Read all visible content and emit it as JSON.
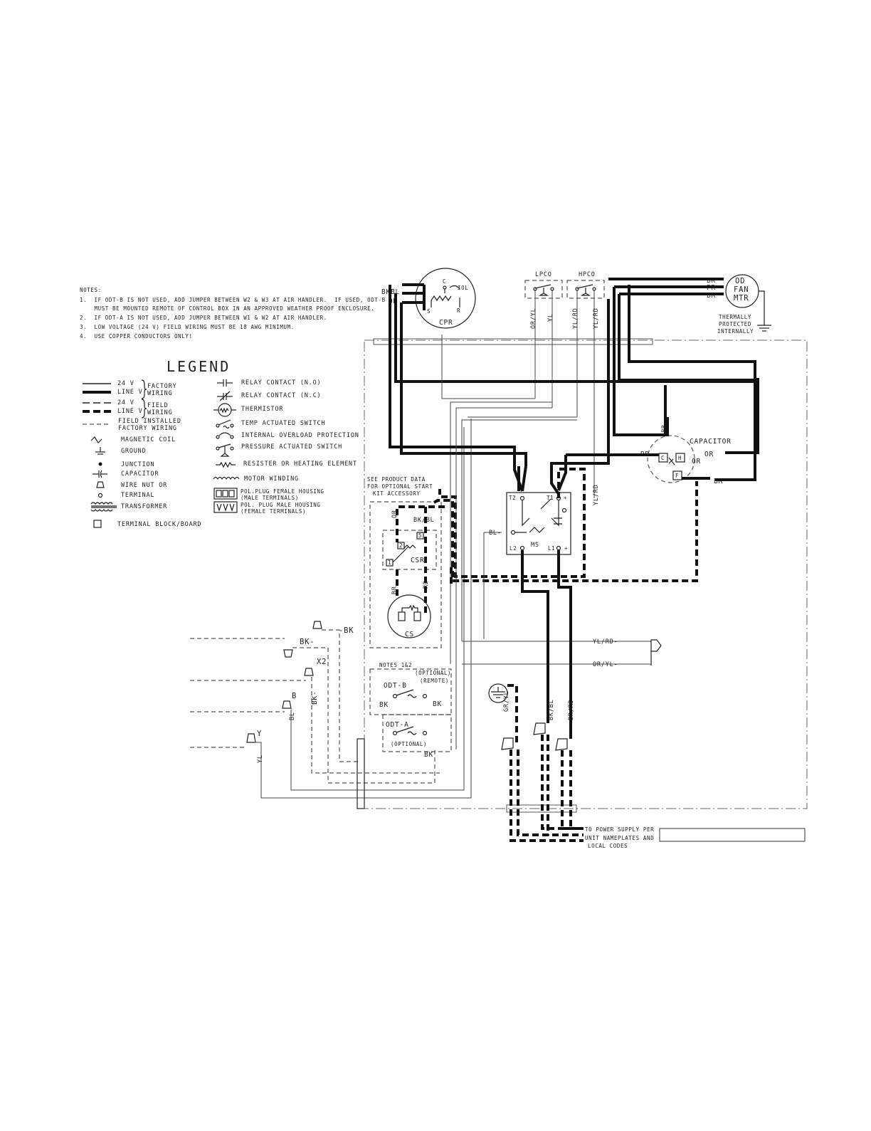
{
  "notes": {
    "heading": "NOTES:",
    "lines": [
      "1.  IF ODT-B IS NOT USED, ADD JUMPER BETWEEN W2 & W3 AT AIR HANDLER.  IF USED, ODT-B",
      "    MUST BE MOUNTED REMOTE OF CONTROL BOX IN AN APPROVED WEATHER PROOF ENCLOSURE.",
      "2.  IF ODT-A IS NOT USED, ADD JUMPER BETWEEN W1 & W2 AT AIR HANDLER.",
      "3.  LOW VOLTAGE (24 V) FIELD WIRING MUST BE 18 AWG MINIMUM.",
      "4.  USE COPPER CONDUCTORS ONLY!"
    ]
  },
  "legend": {
    "title": "LEGEND",
    "v24": "24 V",
    "linev": "LINE V",
    "factory1": "FACTORY",
    "factory2": "WIRING",
    "field1": "FIELD",
    "field2": "WIRING",
    "field_installed1": "FIELD INSTALLED",
    "field_installed2": "FACTORY WIRING",
    "magnetic_coil": "MAGNETIC COIL",
    "ground": "GROUND",
    "junction": "JUNCTION",
    "capacitor": "CAPACITOR",
    "wire_nut1": "WIRE NUT OR",
    "wire_nut2": "TERMINAL",
    "transformer": "TRANSFORMER",
    "terminal_block": "TERMINAL BLOCK/BOARD",
    "relay_no": "RELAY CONTACT (N.O)",
    "relay_nc": "RELAY CONTACT (N.C)",
    "thermistor": "THERMISTOR",
    "temp_switch": "TEMP ACTUATED SWITCH",
    "overload": "INTERNAL OVERLOAD PROTECTION",
    "pressure_switch": "PRESSURE ACTUATED SWITCH",
    "resistor": "RESISTER OR HEATING ELEMENT",
    "motor_winding": "MOTOR WINDING",
    "plug_female1": "POL.PLUG FEMALE HOUSING",
    "plug_female2": "(MALE TERMINALS)",
    "plug_male1": "POL. PLUG MALE HOUSING",
    "plug_male2": "(FEMALE TERMINALS)"
  },
  "components": {
    "cpr": "CPR",
    "cpr_c": "C",
    "cpr_iol": "IOL",
    "cpr_s": "S",
    "cpr_r": "R",
    "lpco": "LPCO",
    "hpco": "HPCO",
    "od_fan1": "OD",
    "od_fan2": "FAN",
    "od_fan3": "MTR",
    "thermally1": "THERMALLY",
    "thermally2": "PROTECTED",
    "thermally3": "INTERNALLY",
    "capacitor": "CAPACITOR",
    "cap_c": "C",
    "cap_h": "H",
    "cap_f": "F",
    "ms": "MS",
    "t1": "T1",
    "t2": "T2",
    "l1": "L1",
    "l2": "L2",
    "plus": "+",
    "csr": "CSR",
    "cs": "CS",
    "csr_2": "2",
    "csr_5": "5",
    "csr_1": "1",
    "start_kit1": "SEE PRODUCT DATA",
    "start_kit2": "FOR OPTIONAL START",
    "start_kit3": "KIT ACCESSORY",
    "notes12": "NOTES 1&2",
    "optional_remote1": "(OPTIONAL)",
    "optional_remote2": "(REMOTE)",
    "odt_b": "ODT-B",
    "odt_a": "ODT-A",
    "optional": "(OPTIONAL)",
    "x2": "X2",
    "b": "B",
    "y": "Y",
    "power1": "TO POWER SUPPLY PER",
    "power2": "UNIT NAMEPLATES AND",
    "power3": "LOCAL CODES"
  },
  "wire_labels": {
    "bk": "BK",
    "bl": "BL",
    "or": "OR",
    "pr": "PR",
    "br": "BR",
    "rd": "RD",
    "yl": "YL",
    "or_yl": "OR/YL",
    "yl_rd": "YL/RD",
    "bk_bl": "BK/BL",
    "br_rd": "BR/RD",
    "gr_yl": "GR/YL",
    "bkbl": "BKBL",
    "bk_dash": "-BK",
    "bk_dash2": "BK-",
    "yl_rd_dash": "YL/RD-",
    "or_yl_dash": "OR/YL-",
    "bl_dash": "BL-",
    "bk_dash3": "BK-",
    "rd_dash": "RD-"
  }
}
